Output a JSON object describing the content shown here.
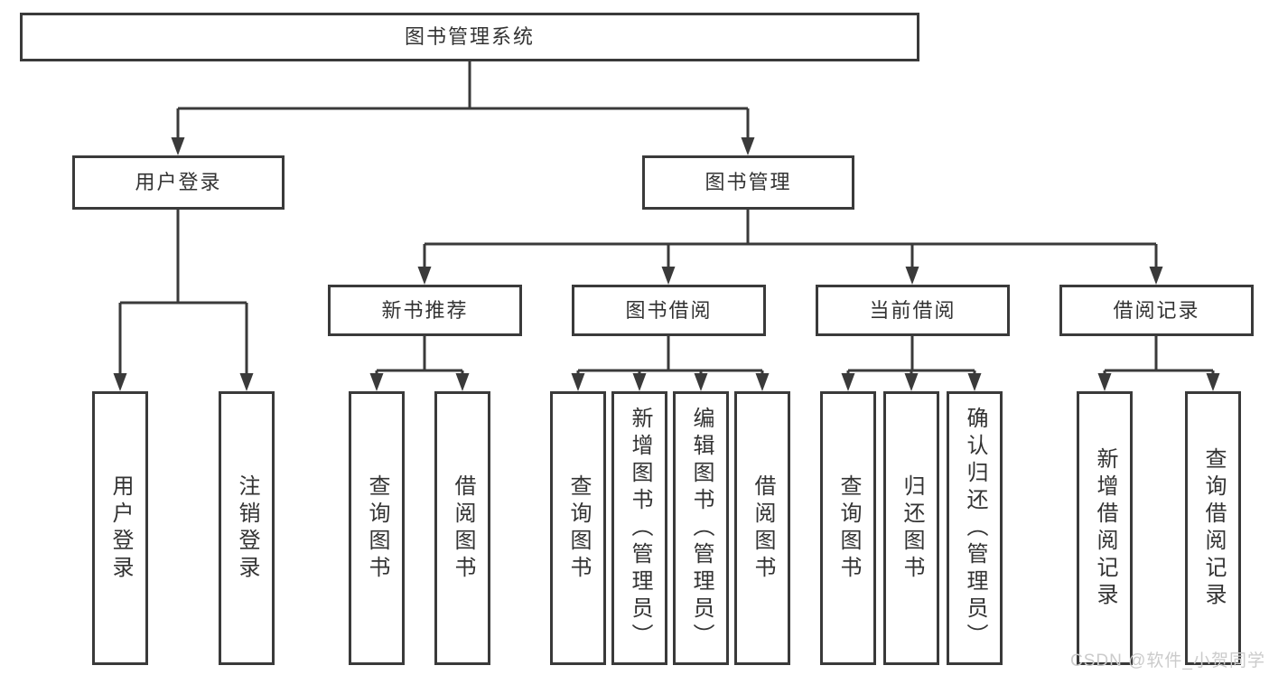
{
  "diagram_title": "图书管理系统",
  "tree": {
    "label": "图书管理系统",
    "children": [
      {
        "label": "用户登录",
        "children": [
          {
            "label": "用户登录"
          },
          {
            "label": "注销登录"
          }
        ]
      },
      {
        "label": "图书管理",
        "children": [
          {
            "label": "新书推荐",
            "children": [
              {
                "label": "查询图书"
              },
              {
                "label": "借阅图书"
              }
            ]
          },
          {
            "label": "图书借阅",
            "children": [
              {
                "label": "查询图书"
              },
              {
                "label": "新增图书（管理员）"
              },
              {
                "label": "编辑图书（管理员）"
              },
              {
                "label": "借阅图书"
              }
            ]
          },
          {
            "label": "当前借阅",
            "children": [
              {
                "label": "查询图书"
              },
              {
                "label": "归还图书"
              },
              {
                "label": "确认归还（管理员）"
              }
            ]
          },
          {
            "label": "借阅记录",
            "children": [
              {
                "label": "新增借阅记录"
              },
              {
                "label": "查询借阅记录"
              }
            ]
          }
        ]
      }
    ]
  },
  "watermark": {
    "text": "CSDN @软件_小贺同学"
  },
  "colors": {
    "line": "#3a3a3a",
    "text": "#333333",
    "box_fill": "#ffffff",
    "watermark": "#cbcbcb"
  }
}
